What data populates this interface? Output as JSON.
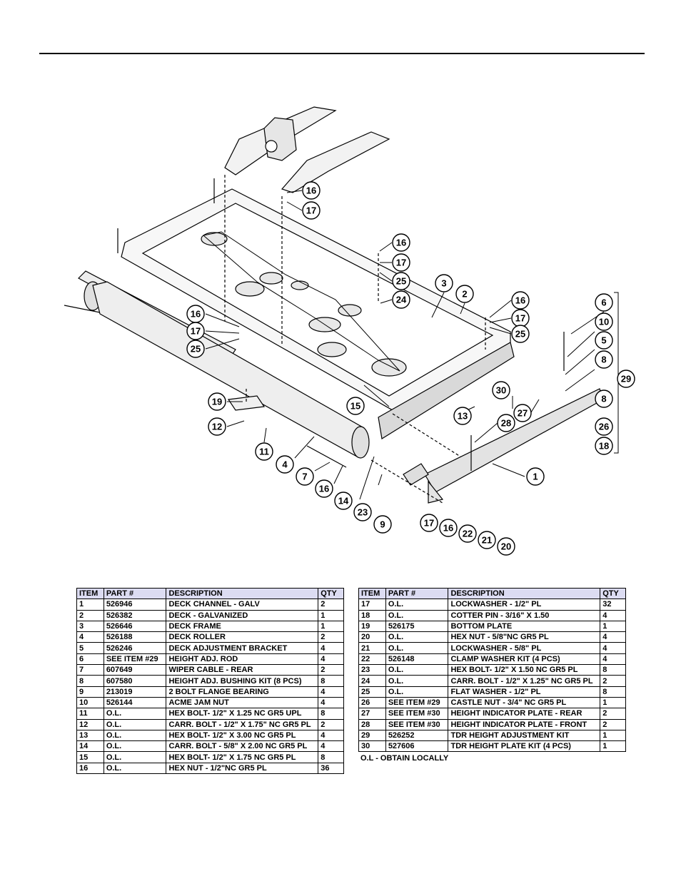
{
  "diagram": {
    "callouts": [
      "16",
      "17",
      "16",
      "17",
      "25",
      "24",
      "3",
      "2",
      "16",
      "17",
      "25",
      "6",
      "10",
      "5",
      "8",
      "29",
      "8",
      "26",
      "18",
      "16",
      "17",
      "25",
      "19",
      "12",
      "11",
      "4",
      "7",
      "16",
      "14",
      "23",
      "9",
      "17",
      "16",
      "22",
      "21",
      "20",
      "1",
      "28",
      "27",
      "30",
      "13",
      "15"
    ]
  },
  "parts_table": {
    "headers": [
      "ITEM",
      "PART #",
      "DESCRIPTION",
      "QTY"
    ],
    "left_rows": [
      [
        "1",
        "526946",
        "DECK CHANNEL - GALV",
        "2"
      ],
      [
        "2",
        "526382",
        "DECK - GALVANIZED",
        "1"
      ],
      [
        "3",
        "526646",
        "DECK FRAME",
        "1"
      ],
      [
        "4",
        "526188",
        "DECK ROLLER",
        "2"
      ],
      [
        "5",
        "526246",
        "DECK ADJUSTMENT BRACKET",
        "4"
      ],
      [
        "6",
        "SEE ITEM #29",
        "HEIGHT ADJ. ROD",
        "4"
      ],
      [
        "7",
        "607649",
        "WIPER CABLE - REAR",
        "2"
      ],
      [
        "8",
        "607580",
        "HEIGHT ADJ. BUSHING KIT (8 PCS)",
        "8"
      ],
      [
        "9",
        "213019",
        "2 BOLT FLANGE BEARING",
        "4"
      ],
      [
        "10",
        "526144",
        "ACME JAM NUT",
        "4"
      ],
      [
        "11",
        "O.L.",
        "HEX BOLT- 1/2\" X 1.25 NC GR5 UPL",
        "8"
      ],
      [
        "12",
        "O.L.",
        "CARR. BOLT - 1/2\" X 1.75\" NC GR5 PL",
        "2"
      ],
      [
        "13",
        "O.L.",
        "HEX BOLT- 1/2\" X 3.00 NC GR5 PL",
        "4"
      ],
      [
        "14",
        "O.L.",
        "CARR. BOLT - 5/8\" X 2.00 NC GR5 PL",
        "4"
      ],
      [
        "15",
        "O.L.",
        "HEX BOLT- 1/2\" X 1.75 NC GR5 PL",
        "8"
      ],
      [
        "16",
        "O.L.",
        "HEX NUT - 1/2\"NC GR5 PL",
        "36"
      ]
    ],
    "right_rows": [
      [
        "17",
        "O.L.",
        "LOCKWASHER - 1/2\" PL",
        "32"
      ],
      [
        "18",
        "O.L.",
        "COTTER PIN - 3/16\" X 1.50",
        "4"
      ],
      [
        "19",
        "526175",
        "BOTTOM PLATE",
        "1"
      ],
      [
        "20",
        "O.L.",
        "HEX NUT - 5/8\"NC GR5 PL",
        "4"
      ],
      [
        "21",
        "O.L.",
        "LOCKWASHER - 5/8\" PL",
        "4"
      ],
      [
        "22",
        "526148",
        "CLAMP WASHER KIT (4 PCS)",
        "4"
      ],
      [
        "23",
        "O.L.",
        "HEX BOLT- 1/2\" X 1.50 NC GR5 PL",
        "8"
      ],
      [
        "24",
        "O.L.",
        "CARR. BOLT - 1/2\" X 1.25\" NC GR5 PL",
        "2"
      ],
      [
        "25",
        "O.L.",
        "FLAT WASHER - 1/2\" PL",
        "8"
      ],
      [
        "26",
        "SEE ITEM #29",
        "CASTLE NUT - 3/4\" NC GR5 PL",
        "1"
      ],
      [
        "27",
        "SEE ITEM #30",
        "HEIGHT INDICATOR PLATE - REAR",
        "2"
      ],
      [
        "28",
        "SEE ITEM #30",
        "HEIGHT INDICATOR PLATE - FRONT",
        "2"
      ],
      [
        "29",
        "526252",
        "TDR HEIGHT ADJUSTMENT KIT",
        "1"
      ],
      [
        "30",
        "527606",
        "TDR HEIGHT PLATE KIT (4 PCS)",
        "1"
      ]
    ],
    "note": "O.L - OBTAIN LOCALLY"
  }
}
